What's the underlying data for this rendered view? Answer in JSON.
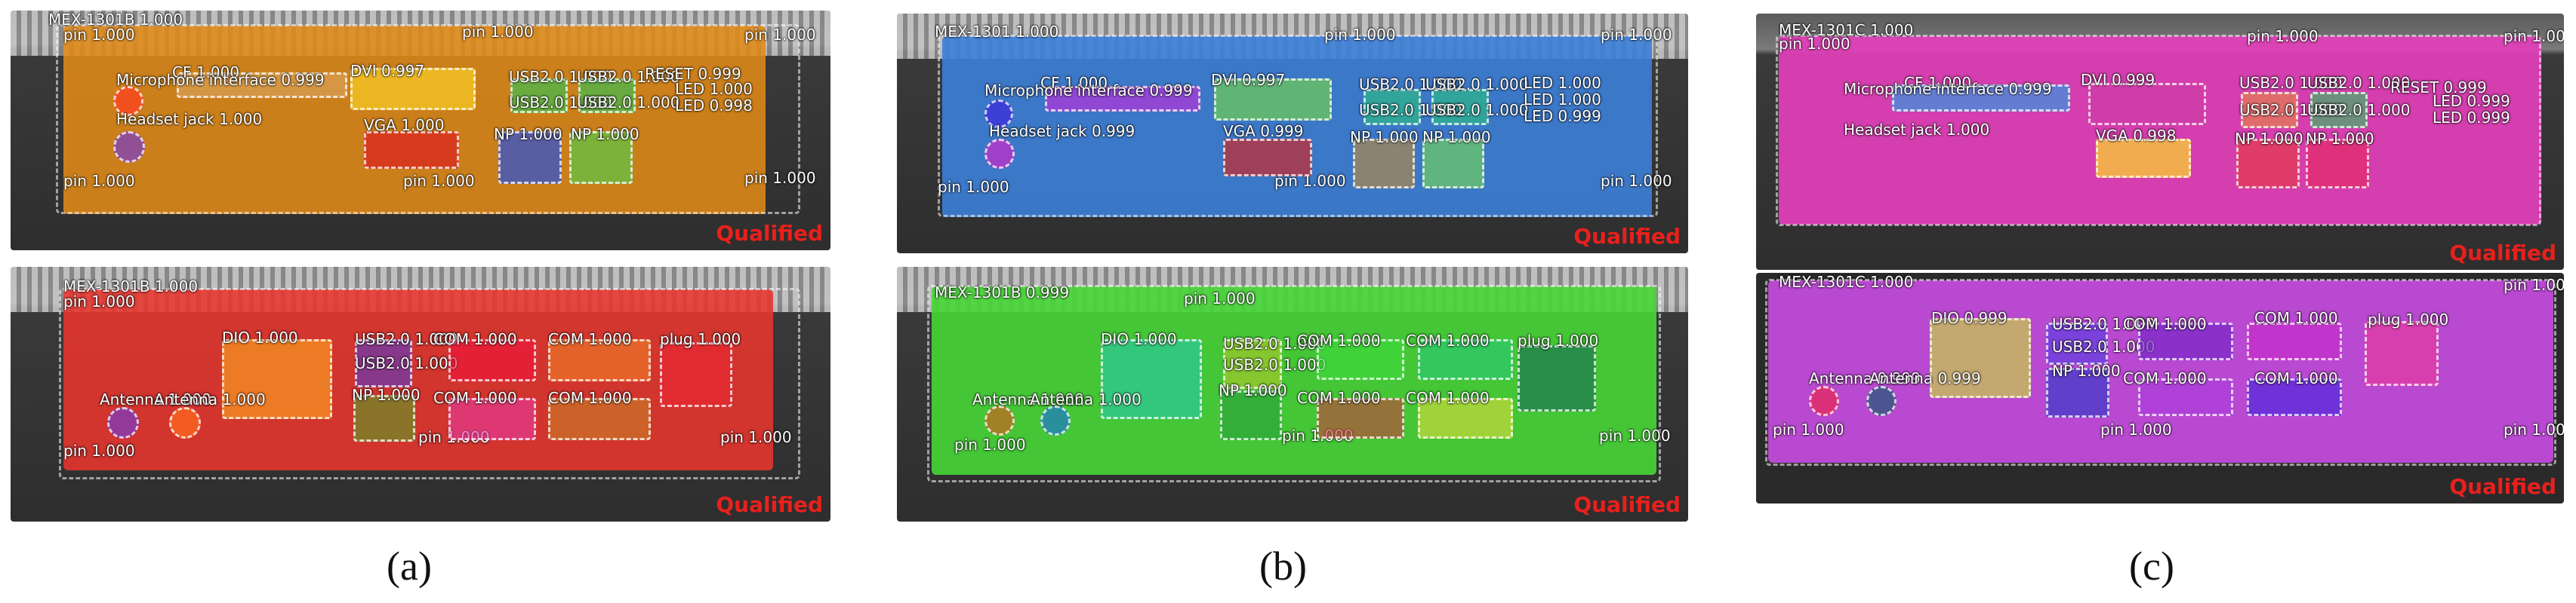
{
  "verdict": "Qualified",
  "captions": [
    "(a)",
    "(b)",
    "(c)"
  ],
  "colors": {
    "a_top": "#e08a18",
    "a_bottom": "#e8342e",
    "b_top": "#3d7fd8",
    "b_bottom": "#47d636",
    "c_top": "#e23fb8",
    "c_bottom": "#c64ce0"
  },
  "labels": {
    "mex": "MEX-1301B 1.000",
    "mex_b": "MEX-1301 1.000",
    "mex_c": "MEX-1301C 1.000",
    "mex_bottom": "MEX-1301B 0.999",
    "pin": "pin 1.000",
    "cf": "CF 1.000",
    "mic": "Microphone interface 0.999",
    "dvi_a": "DVI 0.997",
    "dvi_c": "DVI 0.999",
    "usb": "USB2.0 1.000",
    "vga": "VGA 1.000",
    "vga_b": "VGA 0.999",
    "vga_c": "VGA 0.998",
    "np": "NP 1.000",
    "headset": "Headset jack 1.000",
    "headset_b": "Headset jack 0.999",
    "led": "LED 1.000",
    "led_a": "LED 0.998",
    "led_b": "LED 0.999",
    "reset": "RESET 0.999",
    "dio": "DIO 1.000",
    "dio_c": "DIO 0.999",
    "com": "COM 1.000",
    "plug": "plug 1.000",
    "antenna": "Antenna 1.000",
    "antenna_c": "Antenna 0.999"
  }
}
